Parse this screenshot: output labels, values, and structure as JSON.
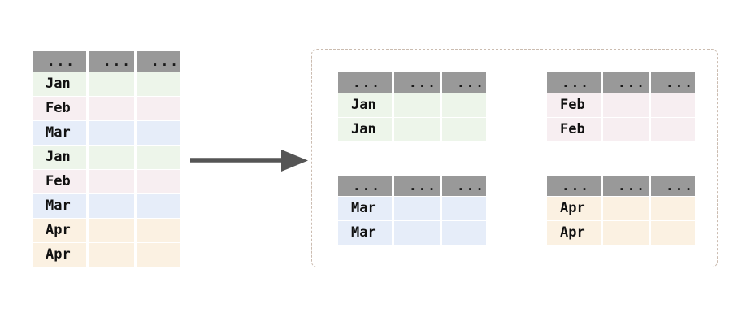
{
  "diagram": {
    "title": "group-by-month table split diagram",
    "arrow": {
      "name": "transformation-arrow",
      "color": "#555555"
    },
    "group_container": {
      "border_color": "#cbbcb0",
      "border_style": "dashed"
    }
  },
  "colors": {
    "header_bg": "#999999",
    "jan": "#edf5ea",
    "feb": "#f7eef1",
    "mar": "#e6edf9",
    "apr": "#fbf1e2",
    "text": "#111111",
    "arrow": "#555555",
    "dashed_border": "#cbbcb0"
  },
  "source_table": {
    "name": "source-table",
    "headers": [
      "...",
      "...",
      "..."
    ],
    "rows": [
      {
        "month": "Jan",
        "tint": "m-jan",
        "cells": [
          "Jan",
          "",
          ""
        ]
      },
      {
        "month": "Feb",
        "tint": "m-feb",
        "cells": [
          "Feb",
          "",
          ""
        ]
      },
      {
        "month": "Mar",
        "tint": "m-mar",
        "cells": [
          "Mar",
          "",
          ""
        ]
      },
      {
        "month": "Jan",
        "tint": "m-jan",
        "cells": [
          "Jan",
          "",
          ""
        ]
      },
      {
        "month": "Feb",
        "tint": "m-feb",
        "cells": [
          "Feb",
          "",
          ""
        ]
      },
      {
        "month": "Mar",
        "tint": "m-mar",
        "cells": [
          "Mar",
          "",
          ""
        ]
      },
      {
        "month": "Apr",
        "tint": "m-apr",
        "cells": [
          "Apr",
          "",
          ""
        ]
      },
      {
        "month": "Apr",
        "tint": "m-apr",
        "cells": [
          "Apr",
          "",
          ""
        ]
      }
    ]
  },
  "groups": [
    {
      "name": "group-jan",
      "month": "Jan",
      "tint": "m-jan",
      "headers": [
        "...",
        "...",
        "..."
      ],
      "rows": [
        {
          "cells": [
            "Jan",
            "",
            ""
          ]
        },
        {
          "cells": [
            "Jan",
            "",
            ""
          ]
        }
      ]
    },
    {
      "name": "group-feb",
      "month": "Feb",
      "tint": "m-feb",
      "headers": [
        "...",
        "...",
        "..."
      ],
      "rows": [
        {
          "cells": [
            "Feb",
            "",
            ""
          ]
        },
        {
          "cells": [
            "Feb",
            "",
            ""
          ]
        }
      ]
    },
    {
      "name": "group-mar",
      "month": "Mar",
      "tint": "m-mar",
      "headers": [
        "...",
        "...",
        "..."
      ],
      "rows": [
        {
          "cells": [
            "Mar",
            "",
            ""
          ]
        },
        {
          "cells": [
            "Mar",
            "",
            ""
          ]
        }
      ]
    },
    {
      "name": "group-apr",
      "month": "Apr",
      "tint": "m-apr",
      "headers": [
        "...",
        "...",
        "..."
      ],
      "rows": [
        {
          "cells": [
            "Apr",
            "",
            ""
          ]
        },
        {
          "cells": [
            "Apr",
            "",
            ""
          ]
        }
      ]
    }
  ]
}
